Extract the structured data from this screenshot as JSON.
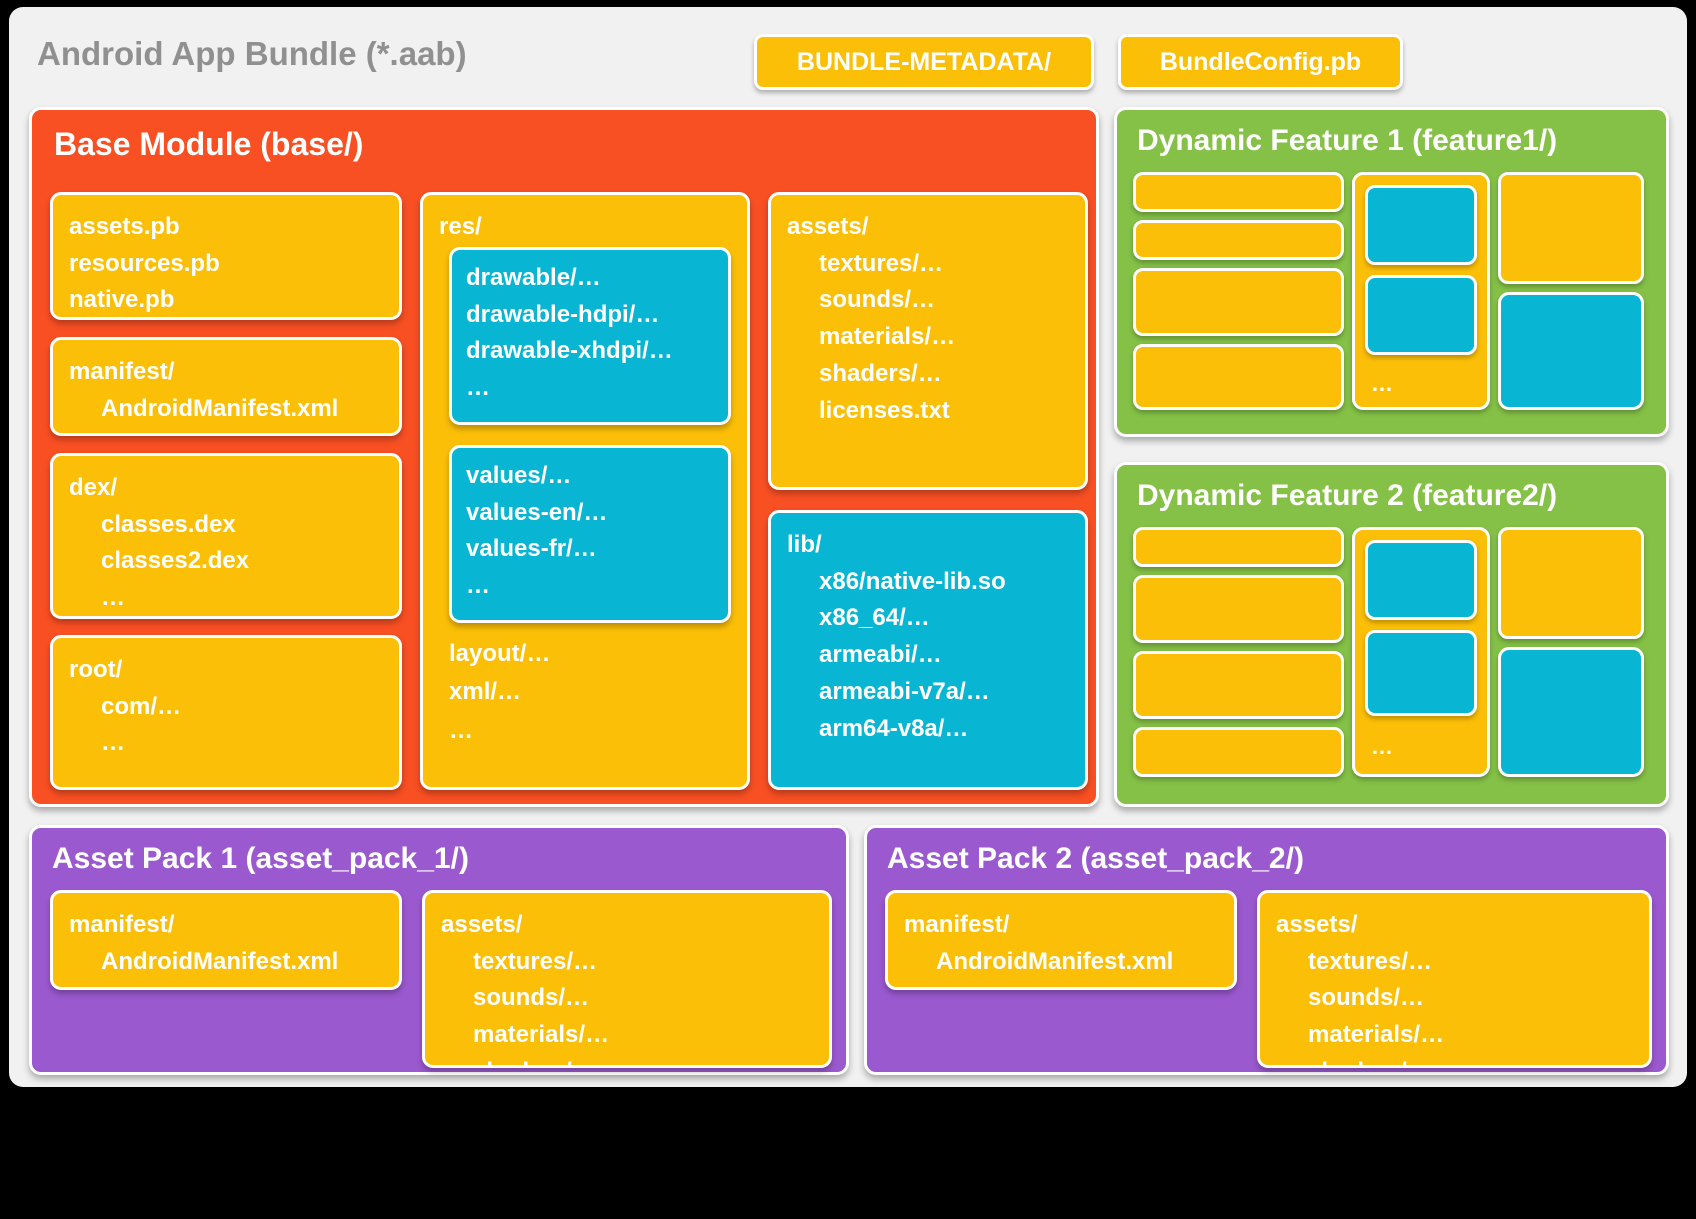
{
  "bundle": {
    "title": "Android App Bundle (*.aab)",
    "chips": [
      {
        "name": "bundle-metadata",
        "label": "BUNDLE-METADATA/"
      },
      {
        "name": "bundle-config",
        "label": "BundleConfig.pb"
      }
    ]
  },
  "base_module": {
    "title": "Base Module (base/)",
    "protos": [
      "assets.pb",
      "resources.pb",
      "native.pb"
    ],
    "manifest": [
      "manifest/",
      "AndroidManifest.xml"
    ],
    "dex": [
      "dex/",
      "classes.dex",
      "classes2.dex",
      "…"
    ],
    "root": [
      "root/",
      "com/…",
      "…"
    ],
    "res": {
      "label": "res/",
      "drawable": [
        "drawable/…",
        "drawable-hdpi/…",
        "drawable-xhdpi/…",
        "…"
      ],
      "values": [
        "values/…",
        "values-en/…",
        "values-fr/…",
        "…"
      ],
      "tail": [
        "layout/…",
        "xml/…",
        "…"
      ]
    },
    "assets": [
      "assets/",
      "textures/…",
      "sounds/…",
      "materials/…",
      "shaders/…",
      "licenses.txt"
    ],
    "lib": [
      "lib/",
      "x86/native-lib.so",
      "x86_64/…",
      "armeabi/…",
      "armeabi-v7a/…",
      "arm64-v8a/…"
    ]
  },
  "features": [
    {
      "name": "feature1",
      "title": "Dynamic Feature 1 (feature1/)",
      "dots": "…"
    },
    {
      "name": "feature2",
      "title": "Dynamic Feature 2 (feature2/)",
      "dots": "…"
    }
  ],
  "asset_packs": [
    {
      "name": "asset-pack-1",
      "title": "Asset Pack 1 (asset_pack_1/)",
      "manifest": [
        "manifest/",
        "AndroidManifest.xml"
      ],
      "assets": [
        "assets/",
        "textures/…",
        "sounds/…",
        "materials/…",
        "shaders/…"
      ]
    },
    {
      "name": "asset-pack-2",
      "title": "Asset Pack 2 (asset_pack_2/)",
      "manifest": [
        "manifest/",
        "AndroidManifest.xml"
      ],
      "assets": [
        "assets/",
        "textures/…",
        "sounds/…",
        "materials/…",
        "shaders/…"
      ]
    }
  ],
  "colors": {
    "background": "#000000",
    "card": "#f1f1f1",
    "base_module": "#f84f23",
    "dynamic_feature": "#84c146",
    "asset_pack": "#9b59d0",
    "file_yellow": "#fcbf07",
    "file_cyan": "#08b6d4",
    "title_grey": "#909090"
  }
}
